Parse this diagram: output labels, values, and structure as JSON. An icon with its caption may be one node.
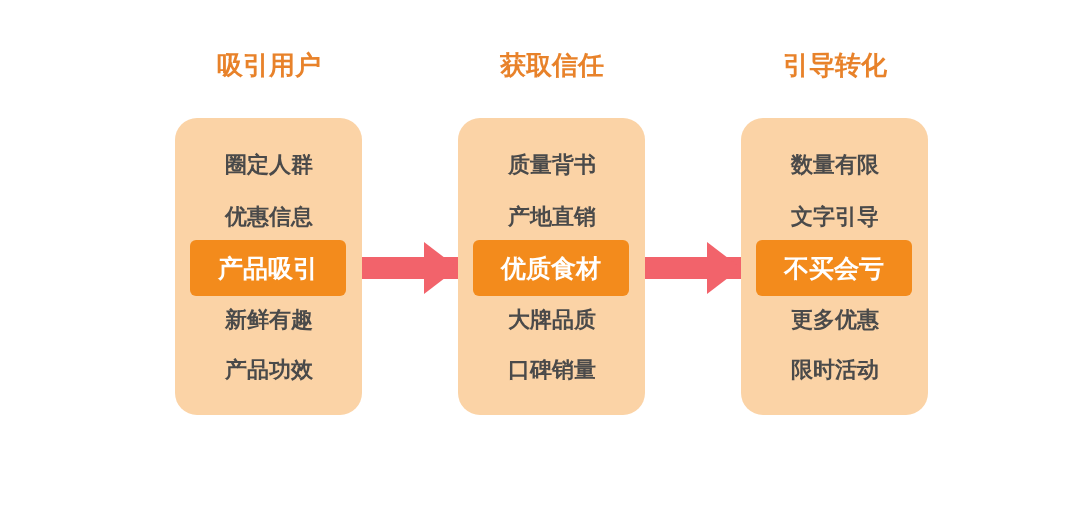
{
  "diagram": {
    "nodes": [
      {
        "text": [
          "吸引用户",
          "圈定人群",
          "优惠信息",
          "新鲜有趣",
          "产品功效"
        ]
      },
      {
        "text": [
          "产品吸引"
        ],
        "in": 0
      },
      {
        "text": [
          "获取信任",
          "质量背书",
          "产地直销",
          "大牌品质",
          "口碑销量"
        ]
      },
      {
        "text": [
          "优质食材"
        ],
        "in": 2
      },
      {
        "text": [
          "引导转化",
          "数量有限",
          "文字引导",
          "更多优惠",
          "限时活动"
        ]
      },
      {
        "text": [
          "不买会亏"
        ],
        "in": 4
      }
    ],
    "edges": [
      {
        "from": 0,
        "to": 2,
        "arrow": "to"
      },
      {
        "from": 2,
        "to": 4,
        "arrow": "to"
      }
    ]
  }
}
